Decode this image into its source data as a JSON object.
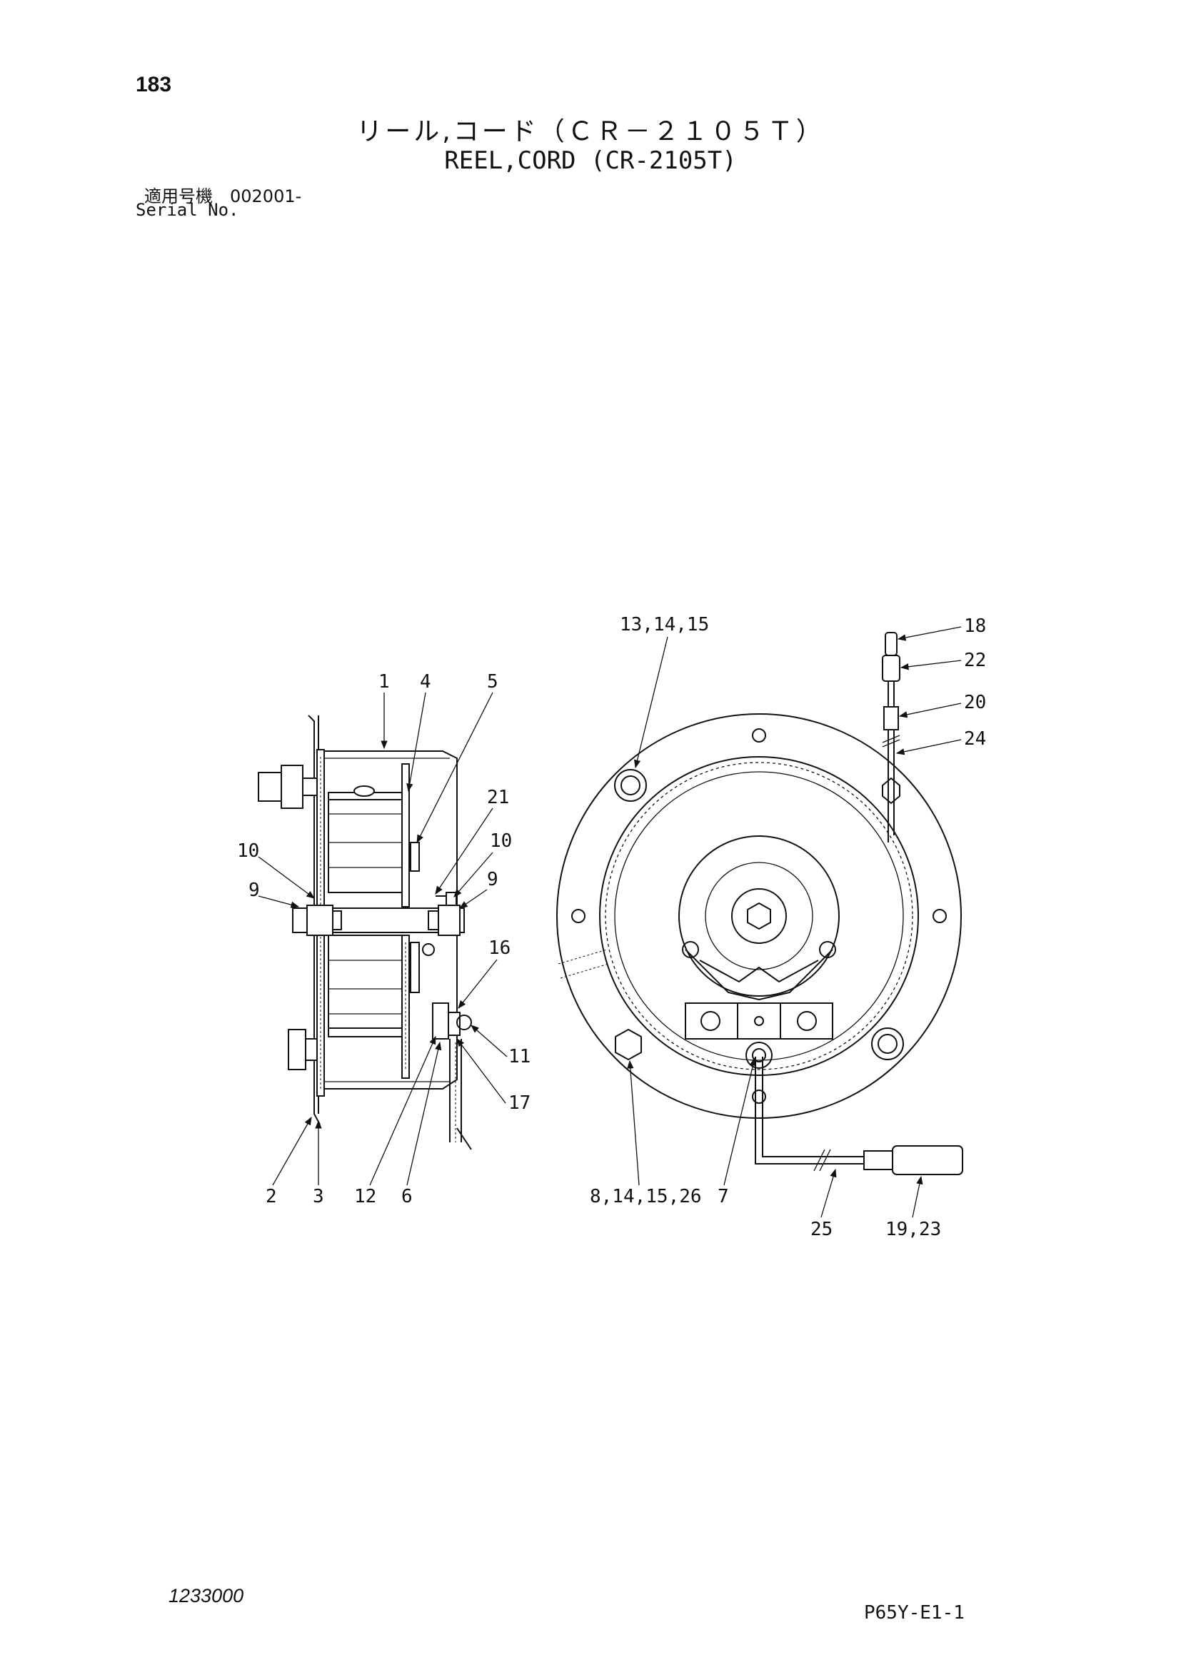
{
  "header": {
    "page_number": "183",
    "title_jp": "リール,コード（ＣＲ－２１０５Ｔ）",
    "title_en": "REEL,CORD (CR-2105T)",
    "serial_label_jp": "適用号機　002001-",
    "serial_label_en": "Serial No."
  },
  "callouts_side_view": [
    "1",
    "4",
    "5",
    "21",
    "10",
    "9",
    "10",
    "9",
    "16",
    "11",
    "17",
    "2",
    "3",
    "12",
    "6"
  ],
  "callouts_front_view": [
    "13,14,15",
    "18",
    "22",
    "20",
    "24",
    "8,14,15,26",
    "7",
    "25",
    "19,23"
  ],
  "footer": {
    "doc_number": "1233000",
    "doc_code": "P65Y-E1-1"
  }
}
